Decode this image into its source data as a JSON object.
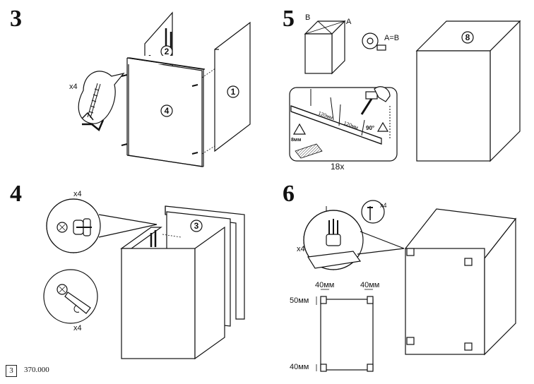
{
  "steps": {
    "s3": "3",
    "s4": "4",
    "s5": "5",
    "s6": "6"
  },
  "step3": {
    "qty": "x4",
    "parts": [
      "2",
      "4",
      "1"
    ]
  },
  "step4": {
    "qty_top": "x4",
    "qty_bottom": "x4",
    "part": "3"
  },
  "step5": {
    "corner_b": "B",
    "corner_a": "A",
    "equation": "A=B",
    "dim_1": "120мм",
    "dim_2": "120мм",
    "warn_depth": "8мм",
    "angle": "90°",
    "nails_count": "18x",
    "part": "8"
  },
  "step6": {
    "qty_feet": "x4",
    "qty_screws": "x4",
    "dim_left": "40мм",
    "dim_right": "40мм",
    "dim_top": "50мм",
    "dim_bottom": "40мм"
  },
  "footer": {
    "page": "3",
    "code": "370.000"
  }
}
